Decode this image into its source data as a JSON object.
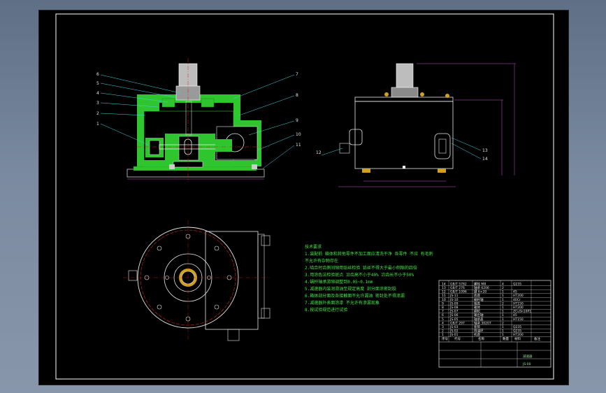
{
  "colors": {
    "background": "#000000",
    "frame": "#ffffff",
    "section_fill": "#2ec52e",
    "leader_cyan": "#3fd8e8",
    "red_center": "#e02020",
    "dimension_magenta": "#d050d0",
    "note_green": "#49e34a"
  },
  "front_view": {
    "part_labels_left": [
      "6",
      "5",
      "4",
      "3",
      "2",
      "1"
    ],
    "part_labels_right": [
      "7",
      "8",
      "9",
      "10",
      "11"
    ]
  },
  "side_view": {
    "part_labels": [
      "12",
      "13",
      "14"
    ]
  },
  "technical_notes": {
    "lines": [
      "技术要求",
      "1.装配前  箱体和其他零件不加工面应清洗干净  各零件   不应  有毛刺",
      "  不允许有杂物存在",
      "2.啮合时齿侧间隙用铅丝检验  铅丝不得大于最小侧隙的四倍",
      "3.用涂色法检验斑点  沿齿高不小于40%  沿齿长不小于50%",
      "4.蜗杆轴承游隙调整到0.05~0.1mm",
      "5.减速器内装润滑油至规定高度  剖分面涂密封胶",
      "6.箱体剖分面及各接触面不允许漏油  密封处不得渗漏",
      "7.减速器外表面涂漆  不允许有渗漏现象",
      "8.按试验规范进行试验"
    ]
  },
  "title_block": {
    "rows": [
      {
        "no": "14",
        "code": "GB/T 5782",
        "name": "螺栓 M8",
        "qty": "4",
        "mat": "Q235"
      },
      {
        "no": "13",
        "code": "GB/T 276",
        "name": "轴承 6206",
        "qty": "2",
        "mat": ""
      },
      {
        "no": "12",
        "code": "GB/T 1096",
        "name": "键 6×20",
        "qty": "1",
        "mat": "45"
      },
      {
        "no": "11",
        "code": "JS-11",
        "name": "底座",
        "qty": "1",
        "mat": "HT200"
      },
      {
        "no": "10",
        "code": "JS-10",
        "name": "蜗杆轴",
        "qty": "1",
        "mat": "40Cr"
      },
      {
        "no": "9",
        "code": "JS-09",
        "name": "端盖",
        "qty": "2",
        "mat": "HT150"
      },
      {
        "no": "8",
        "code": "JS-08",
        "name": "箱体",
        "qty": "1",
        "mat": "HT200"
      },
      {
        "no": "7",
        "code": "JS-07",
        "name": "蜗轮",
        "qty": "1",
        "mat": "ZCuSn10P1"
      },
      {
        "no": "6",
        "code": "JS-06",
        "name": "输出轴",
        "qty": "1",
        "mat": "45"
      },
      {
        "no": "5",
        "code": "JS-05",
        "name": "轴承盖",
        "qty": "1",
        "mat": "HT150"
      },
      {
        "no": "4",
        "code": "GB/T 297",
        "name": "轴承 30207",
        "qty": "2",
        "mat": ""
      },
      {
        "no": "3",
        "code": "JS-03",
        "name": "套筒",
        "qty": "1",
        "mat": "Q235"
      },
      {
        "no": "2",
        "code": "JS-02",
        "name": "挡油环",
        "qty": "1",
        "mat": "Q235"
      },
      {
        "no": "1",
        "code": "JS-01",
        "name": "机座",
        "qty": "1",
        "mat": "HT200"
      }
    ],
    "header": {
      "no": "序号",
      "code": "代号",
      "name": "名称",
      "qty": "数量",
      "mat": "材料",
      "note": "备注"
    },
    "drawing_title": "减速器",
    "drawing_number": "JS-00"
  }
}
